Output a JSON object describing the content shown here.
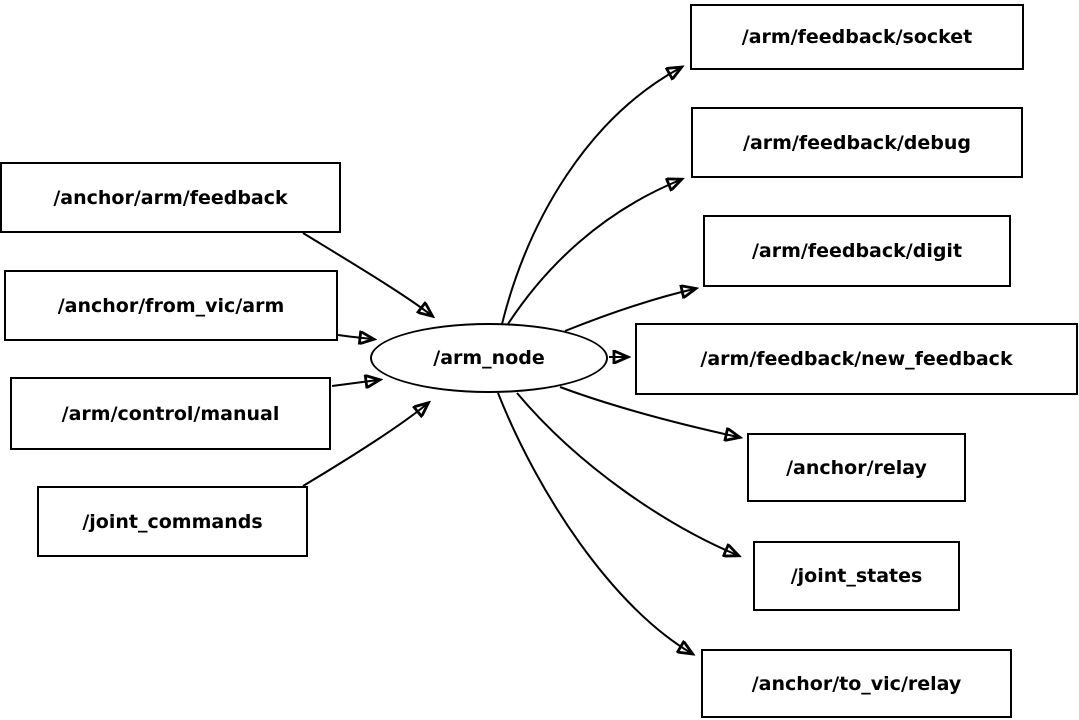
{
  "diagram": {
    "type": "node-graph",
    "colors": {
      "background": "#ffffff",
      "node_fill": "#ffffff",
      "stroke": "#000000",
      "text": "#000000"
    },
    "center_node": {
      "label": "/arm_node",
      "shape": "ellipse"
    },
    "inputs": [
      {
        "label": "/anchor/arm/feedback"
      },
      {
        "label": "/anchor/from_vic/arm"
      },
      {
        "label": "/arm/control/manual"
      },
      {
        "label": "/joint_commands"
      }
    ],
    "outputs": [
      {
        "label": "/arm/feedback/socket"
      },
      {
        "label": "/arm/feedback/debug"
      },
      {
        "label": "/arm/feedback/digit"
      },
      {
        "label": "/arm/feedback/new_feedback"
      },
      {
        "label": "/anchor/relay"
      },
      {
        "label": "/joint_states"
      },
      {
        "label": "/anchor/to_vic/relay"
      }
    ],
    "edges": [
      {
        "from": "/anchor/arm/feedback",
        "to": "/arm_node"
      },
      {
        "from": "/anchor/from_vic/arm",
        "to": "/arm_node"
      },
      {
        "from": "/arm/control/manual",
        "to": "/arm_node"
      },
      {
        "from": "/joint_commands",
        "to": "/arm_node"
      },
      {
        "from": "/arm_node",
        "to": "/arm/feedback/socket"
      },
      {
        "from": "/arm_node",
        "to": "/arm/feedback/debug"
      },
      {
        "from": "/arm_node",
        "to": "/arm/feedback/digit"
      },
      {
        "from": "/arm_node",
        "to": "/arm/feedback/new_feedback"
      },
      {
        "from": "/arm_node",
        "to": "/anchor/relay"
      },
      {
        "from": "/arm_node",
        "to": "/joint_states"
      },
      {
        "from": "/arm_node",
        "to": "/anchor/to_vic/relay"
      }
    ]
  }
}
